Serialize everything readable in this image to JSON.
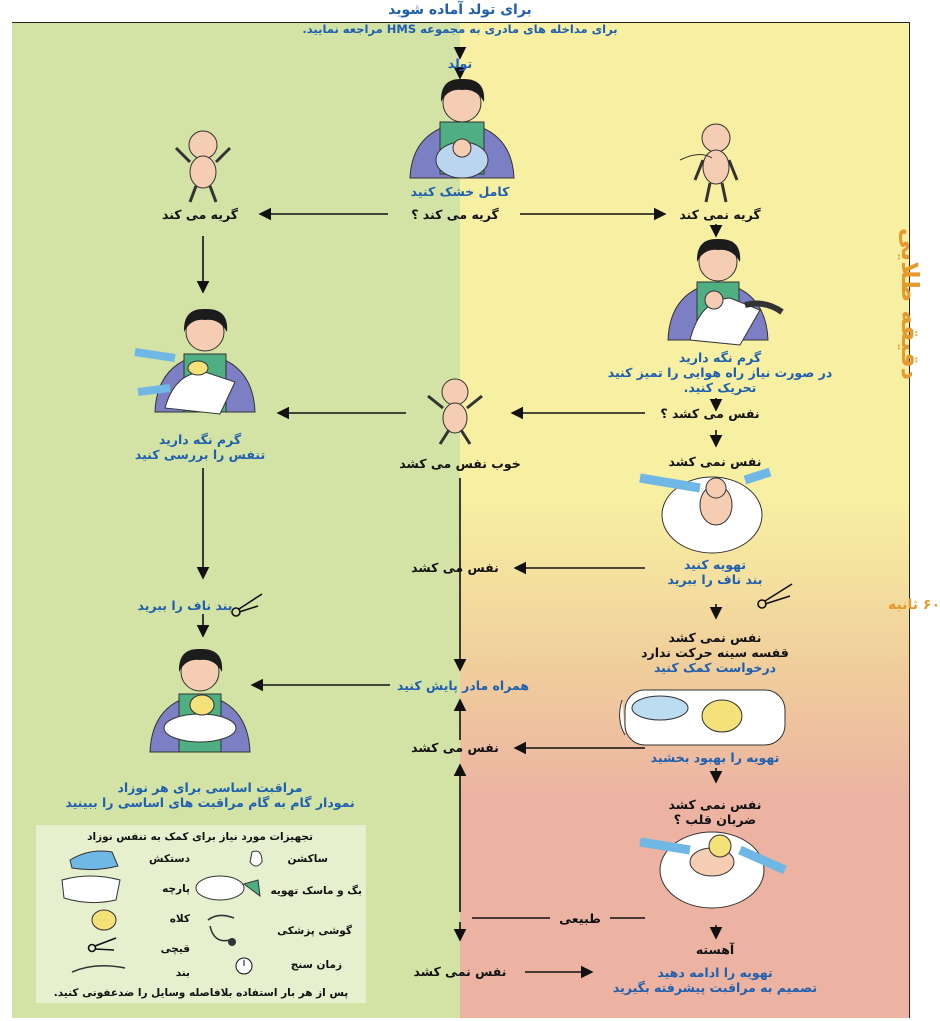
{
  "header": {
    "title": "برای تولد آماده شوید",
    "subtitle": "برای مداخله های مادری به مجموعه HMS مراجعه نمایید."
  },
  "side": {
    "golden_minute": "دقیقه طلایی",
    "sixty_seconds": "۶۰ ثانیه"
  },
  "flow": {
    "birth": "تولد",
    "dry": "کامل خشک کنید",
    "crying_q": "گریه می کند ؟",
    "cries": "گریه می کند",
    "not_cries": "گریه نمی کند",
    "warm1": "گرم نگه دارید",
    "clear1": "در صورت نیاز راه هوایی را تمیز کنید",
    "stim": "تحریک کنید.",
    "breathing_q": "نفس می کشد ؟",
    "breathes_well": "خوب نفس می کشد",
    "warm2": "گرم نگه دارید",
    "check_breath": "تنفس را بررسی کنید",
    "not_breathing1": "نفس نمی کشد",
    "ventilate": "تهویه کنید",
    "cut_cord1": "بند ناف را ببرید",
    "breathing1": "نفس می کشد",
    "cut_cord2": "بند ناف را ببرید",
    "not_breathing2": "نفس نمی کشد",
    "no_chest": "قفسه سینه حرکت ندارد",
    "call_help": "درخواست کمک کنید",
    "monitor": "همراه مادر پایش کنید",
    "improve_vent": "تهویه را بهبود بخشید",
    "breathing2": "نفس می کشد",
    "not_breathing3": "نفس نمی کشد",
    "heart_rate": "ضربان قلب ؟",
    "normal": "طبیعی",
    "slow": "آهسته",
    "continue_vent": "تهویه را ادامه دهید",
    "advanced_care": "تصمیم به مراقبت پیشرفته بگیرید",
    "not_breathing4": "نفس نمی کشد",
    "basic_care1": "مراقبت اساسی برای هر نوزاد",
    "basic_care2": "نمودار گام به گام مراقبت های اساسی را ببینید"
  },
  "legend": {
    "title": "تجهیزات مورد نیاز برای کمک به تنفس نوزاد",
    "gloves": "دستکش",
    "suction": "ساکشن",
    "cloth": "پارچه",
    "bag_mask": "بگ و ماسک تهویه",
    "hat": "کلاه",
    "stethoscope": "گوشی پزشکی",
    "scissors": "قیچی",
    "timer": "زمان سنج",
    "tie": "بند",
    "footer": "پس از هر بار استفاده بلافاصله وسایل را ضدعفونی کنید."
  },
  "colors": {
    "green": "#d3e3a6",
    "yellow": "#f7efa2",
    "pink": "#ecb3a2",
    "blue_text": "#1f5fae",
    "orange_side": "#e49a2f"
  }
}
